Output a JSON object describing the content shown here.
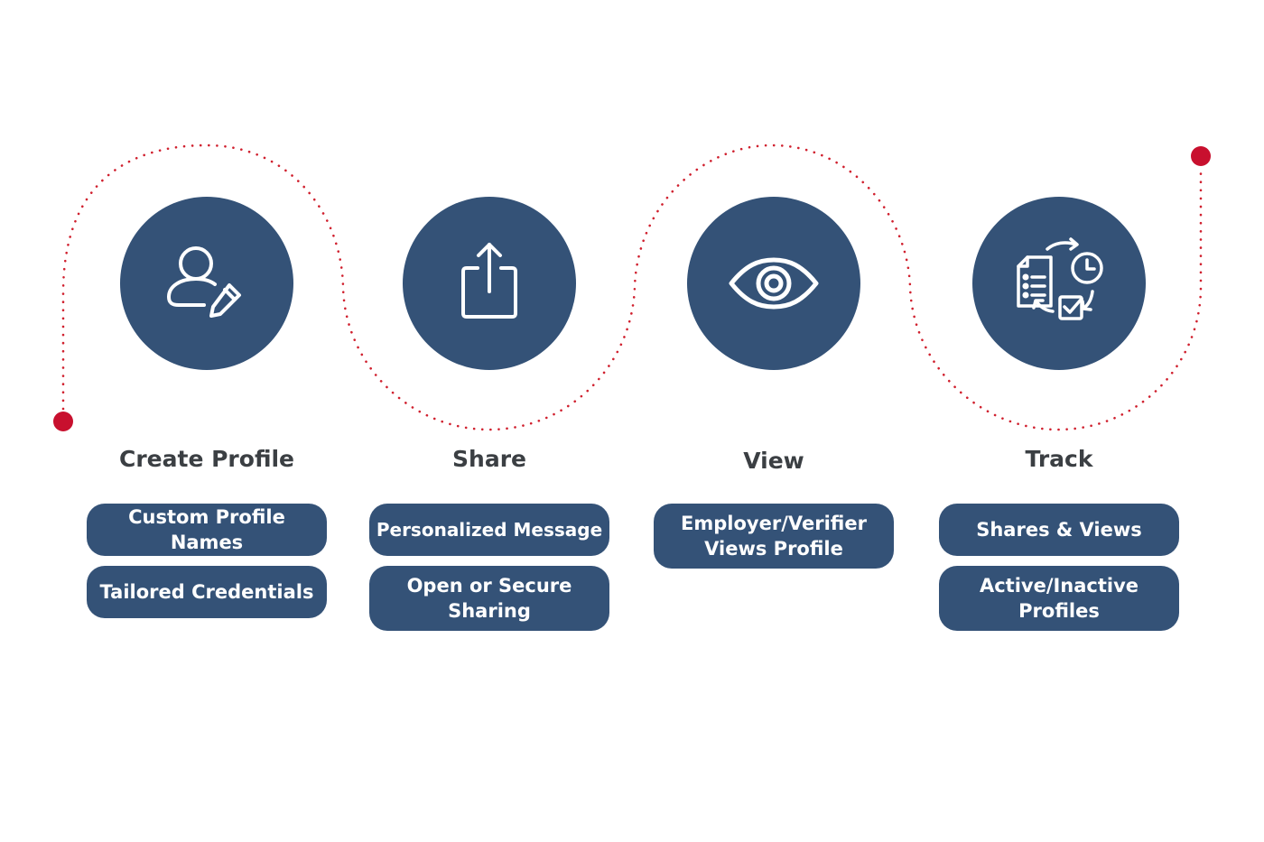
{
  "colors": {
    "circle": "#345277",
    "pill": "#345277",
    "pill_text": "#ffffff",
    "title_text": "#3b3f43",
    "path_dots": "#d0202e",
    "endpoints": "#c8102e"
  },
  "steps": [
    {
      "title": "Create Profile",
      "icon": "user-edit-icon",
      "items": [
        "Custom Profile Names",
        "Tailored Credentials"
      ]
    },
    {
      "title": "Share",
      "icon": "share-upload-icon",
      "items": [
        "Personalized Message",
        "Open or Secure Sharing"
      ]
    },
    {
      "title": "View",
      "icon": "eye-icon",
      "items": [
        "Employer/Verifier Views Profile"
      ]
    },
    {
      "title": "Track",
      "icon": "tracking-cycle-icon",
      "items": [
        "Shares & Views",
        "Active/Inactive Profiles"
      ]
    }
  ]
}
